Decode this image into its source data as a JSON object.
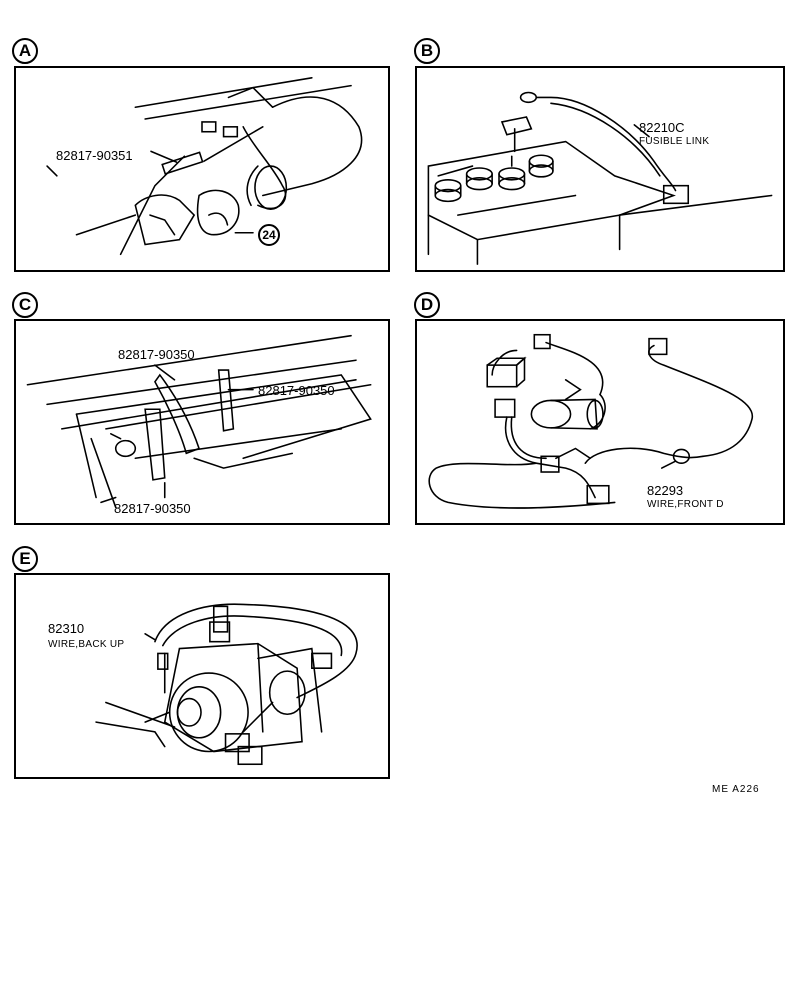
{
  "panels": [
    {
      "id": "A",
      "labels": {
        "part": "82817-90351",
        "callout": "24"
      }
    },
    {
      "id": "B",
      "labels": {
        "part": "82210C",
        "desc": "FUSIBLE LINK"
      }
    },
    {
      "id": "C",
      "labels": {
        "part_top": "82817-90350",
        "part_right": "82817-90350",
        "part_bottom": "82817-90350"
      }
    },
    {
      "id": "D",
      "labels": {
        "part": "82293",
        "desc": "WIRE,FRONT D"
      }
    },
    {
      "id": "E",
      "labels": {
        "part": "82310",
        "desc": "WIRE,BACK UP"
      }
    }
  ],
  "figure_code": "ME  A226"
}
